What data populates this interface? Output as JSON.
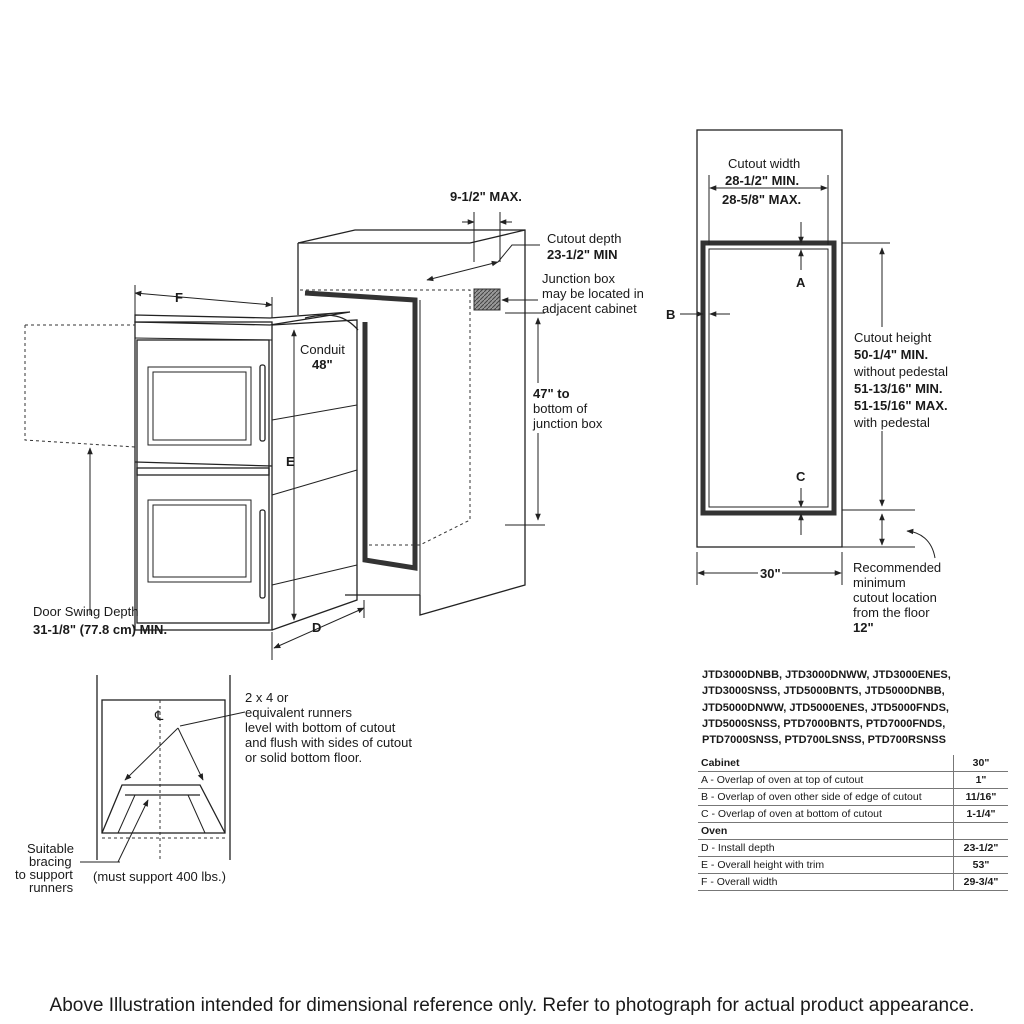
{
  "iso": {
    "dim_f": "F",
    "dim_e": "E",
    "dim_d": "D",
    "max_depth_label": "9-1/2\" MAX.",
    "cutout_depth_line1": "Cutout depth",
    "cutout_depth_line2": "23-1/2\" MIN",
    "junction_line1": "Junction box",
    "junction_line2": "may be located in",
    "junction_line3": "adjacent cabinet",
    "conduit_line1": "Conduit",
    "conduit_line2": "48\"",
    "height47_line1": "47\" to",
    "height47_line2": "bottom of",
    "height47_line3": "junction box",
    "swing_line1": "Door Swing Depth",
    "swing_line2": "31-1/8\" (77.8 cm) MIN."
  },
  "front": {
    "width_title": "Cutout width",
    "width_min": "28-1/2\" MIN.",
    "width_max": "28-5/8\" MAX.",
    "letter_a": "A",
    "letter_b": "B",
    "letter_c": "C",
    "height_title": "Cutout height",
    "height_min_nopedestal": "50-1/4\" MIN.",
    "without_pedestal": "without pedestal",
    "height_min_pedestal": "51-13/16\" MIN.",
    "height_max_pedestal": "51-15/16\" MAX.",
    "with_pedestal": "with pedestal",
    "cabinet_width": "30\"",
    "rec_line1": "Recommended",
    "rec_line2": "minimum",
    "rec_line3": "cutout location",
    "rec_line4": "from the floor",
    "rec_value": "12\""
  },
  "bottom": {
    "centerline": "℄",
    "runner_line1": "2 x 4 or",
    "runner_line2": "equivalent runners",
    "runner_line3": "level with bottom of cutout",
    "runner_line4": "and flush with sides of cutout",
    "runner_line5": "or solid bottom floor.",
    "bracing_line1": "Suitable",
    "bracing_line2": "bracing",
    "bracing_line3": "to support",
    "bracing_line4": "runners",
    "support_note": "(must support 400 lbs.)"
  },
  "models": [
    "JTD3000DNBB, JTD3000DNWW, JTD3000ENES,",
    "JTD3000SNSS, JTD5000BNTS, JTD5000DNBB,",
    "JTD5000DNWW, JTD5000ENES, JTD5000FNDS,",
    "JTD5000SNSS, PTD7000BNTS, PTD7000FNDS,",
    "PTD7000SNSS, PTD700LSNSS, PTD700RSNSS"
  ],
  "spec_table": {
    "cabinet_header": "Cabinet",
    "cabinet_value": "30\"",
    "row_a": "A - Overlap of oven at top of cutout",
    "row_a_value": "1\"",
    "row_b": "B - Overlap of oven other side of edge of cutout",
    "row_b_value": "11/16\"",
    "row_c": "C - Overlap of oven at bottom of cutout",
    "row_c_value": "1-1/4\"",
    "oven_header": "Oven",
    "row_d": "D - Install depth",
    "row_d_value": "23-1/2\"",
    "row_e": "E - Overall height with trim",
    "row_e_value": "53\"",
    "row_f": "F - Overall width",
    "row_f_value": "29-3/4\""
  },
  "footer": "Above Illustration intended for dimensional reference only. Refer to photograph for actual product appearance."
}
